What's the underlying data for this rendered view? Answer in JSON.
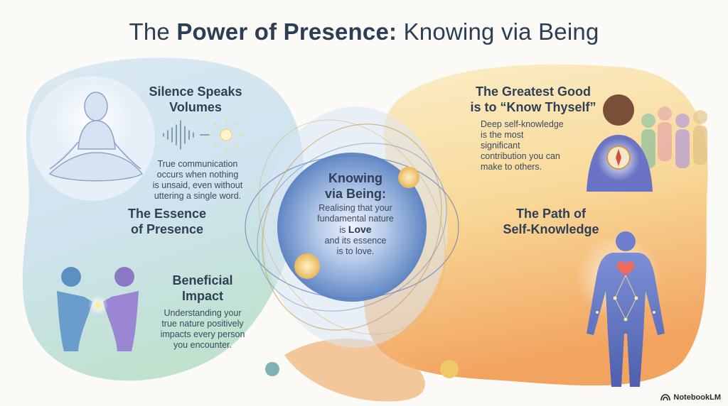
{
  "title": {
    "prefix": "The ",
    "bold": "Power of Presence:",
    "suffix": " Knowing via Being"
  },
  "silence": {
    "heading_line1": "Silence Speaks",
    "heading_line2": "Volumes",
    "body_line1": "True communication",
    "body_line2": "occurs when nothing",
    "body_line3": "is unsaid, even without",
    "body_line4": "uttering a single word."
  },
  "essence": {
    "line1": "The Essence",
    "line2": "of Presence"
  },
  "beneficial": {
    "heading_line1": "Beneficial",
    "heading_line2": "Impact",
    "body_line1": "Understanding your",
    "body_line2": "true nature positively",
    "body_line3": "impacts every person",
    "body_line4": "you encounter."
  },
  "center": {
    "heading_line1": "Knowing",
    "heading_line2": "via Being:",
    "body_line1": "Realising that your",
    "body_line2": "fundamental nature",
    "body_line3_prefix": "is ",
    "body_line3_bold": "Love",
    "body_line4": "and its essence",
    "body_line5": "is to love."
  },
  "greatest": {
    "heading_line1": "The Greatest Good",
    "heading_line2": "is to “Know Thyself”",
    "body_line1": "Deep self-knowledge",
    "body_line2": "is the most",
    "body_line3": "significant",
    "body_line4": "contribution you can",
    "body_line5": "make to others."
  },
  "path": {
    "line1": "The Path of",
    "line2": "Self-Knowledge"
  },
  "brand": {
    "name": "NotebookLM",
    "icon": "notebooklm-logo-icon"
  },
  "colors": {
    "left_blob": "#cfe3ef",
    "left_bottom": "#bfe0d2",
    "right_blob": "#f7dc9c",
    "right_bottom": "#f2a866",
    "center_orb": "#7ea2d6",
    "text_dark": "#2c3e55"
  }
}
